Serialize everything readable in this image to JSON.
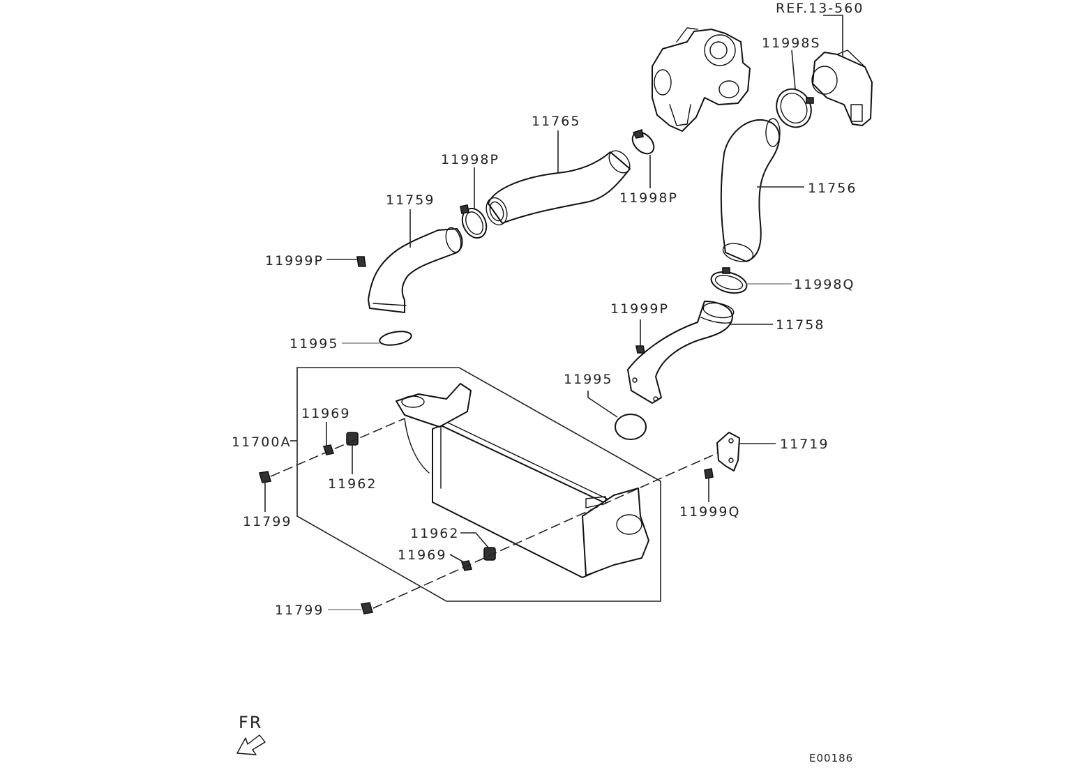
{
  "diagram": {
    "ref_label": "REF.13-560",
    "drawing_code": "E00186",
    "direction_label": "FR",
    "callouts": [
      {
        "id": "c-11998s",
        "text": "11998S"
      },
      {
        "id": "c-11765",
        "text": "11765"
      },
      {
        "id": "c-11998p-a",
        "text": "11998P"
      },
      {
        "id": "c-11998p-b",
        "text": "11998P"
      },
      {
        "id": "c-11759",
        "text": "11759"
      },
      {
        "id": "c-11756",
        "text": "11756"
      },
      {
        "id": "c-11999p-a",
        "text": "11999P"
      },
      {
        "id": "c-11998q",
        "text": "11998Q"
      },
      {
        "id": "c-11999p-b",
        "text": "11999P"
      },
      {
        "id": "c-11758",
        "text": "11758"
      },
      {
        "id": "c-11995-a",
        "text": "11995"
      },
      {
        "id": "c-11995-b",
        "text": "11995"
      },
      {
        "id": "c-11969-a",
        "text": "11969"
      },
      {
        "id": "c-11700a",
        "text": "11700A"
      },
      {
        "id": "c-11719",
        "text": "11719"
      },
      {
        "id": "c-11962-a",
        "text": "11962"
      },
      {
        "id": "c-11799-a",
        "text": "11799"
      },
      {
        "id": "c-11999q",
        "text": "11999Q"
      },
      {
        "id": "c-11962-b",
        "text": "11962"
      },
      {
        "id": "c-11969-b",
        "text": "11969"
      },
      {
        "id": "c-11799-b",
        "text": "11799"
      }
    ]
  }
}
